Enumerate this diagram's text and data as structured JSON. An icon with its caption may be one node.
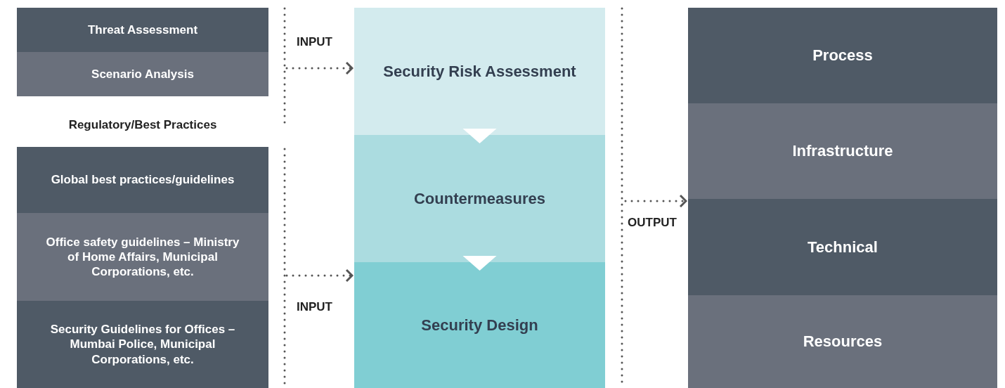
{
  "diagram": {
    "nodes": [
      {
        "text": [
          "Threat Assessment"
        ]
      },
      {
        "text": [
          "Scenario Analysis"
        ]
      },
      {
        "text": [
          "Regulatory/Best Practices"
        ]
      },
      {
        "text": [
          "Global best practices/guidelines"
        ]
      },
      {
        "text": [
          "Office safety guidelines – Ministry of Home Affairs, Municipal Corporations, etc."
        ]
      },
      {
        "text": [
          "Security Guidelines for Offices – Mumbai Police, Municipal Corporations, etc."
        ]
      },
      {
        "text": [
          "Security Risk Assessment"
        ]
      },
      {
        "text": [
          "Countermeasures"
        ]
      },
      {
        "text": [
          "Security Design"
        ]
      },
      {
        "text": [
          "Process"
        ]
      },
      {
        "text": [
          "Infrastructure"
        ]
      },
      {
        "text": [
          "Technical"
        ]
      },
      {
        "text": [
          "Resources"
        ]
      }
    ],
    "edges": [
      {
        "from": null,
        "to": 6,
        "arrow": "to",
        "label": "INPUT",
        "style": "dashed"
      },
      {
        "from": null,
        "to": 8,
        "arrow": "to",
        "label": "INPUT",
        "style": "dashed"
      },
      {
        "from": 6,
        "to": 7,
        "arrow": "to",
        "color": "#ffffff"
      },
      {
        "from": 7,
        "to": 8,
        "arrow": "to",
        "color": "#ffffff"
      },
      {
        "from": null,
        "to": 11,
        "arrow": "to",
        "label": "OUTPUT",
        "style": "dashed"
      }
    ]
  }
}
